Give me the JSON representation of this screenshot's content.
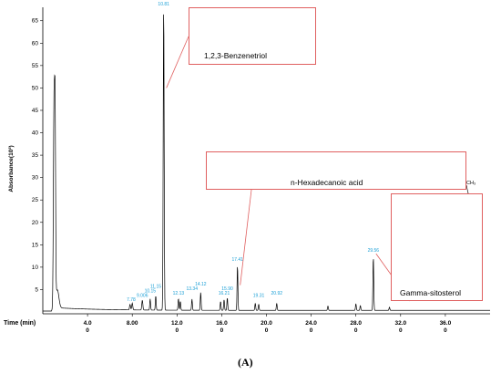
{
  "chart_data": {
    "type": "line",
    "xlabel": "Time (min)",
    "ylabel": "Absorbance(10³)",
    "xlim": [
      0,
      40
    ],
    "ylim": [
      0,
      68
    ],
    "x_ticks": [
      {
        "value": 4,
        "top": "4.0",
        "bottom": "0"
      },
      {
        "value": 8,
        "top": "8.00",
        "bottom": ""
      },
      {
        "value": 12,
        "top": "12.0",
        "bottom": "0"
      },
      {
        "value": 16,
        "top": "16.0",
        "bottom": "0"
      },
      {
        "value": 20,
        "top": "20.0",
        "bottom": "0"
      },
      {
        "value": 24,
        "top": "24.0",
        "bottom": "0"
      },
      {
        "value": 28,
        "top": "28.0",
        "bottom": "0"
      },
      {
        "value": 32,
        "top": "32.0",
        "bottom": "0"
      },
      {
        "value": 36,
        "top": "36.0",
        "bottom": "0"
      }
    ],
    "y_ticks": [
      5,
      10,
      15,
      20,
      25,
      30,
      35,
      40,
      45,
      50,
      55,
      60,
      65
    ],
    "grid": false,
    "series": [
      {
        "color": "#000000",
        "peaks": [
          {
            "x": 1.0,
            "height": 45,
            "width": 0.12
          },
          {
            "x": 1.1,
            "height": 40,
            "width": 0.1
          },
          {
            "x": 1.3,
            "height": 4,
            "width": 0.3
          },
          {
            "x": 7.8,
            "height": 1.2,
            "width": 0.1
          },
          {
            "x": 8.0,
            "height": 1.5,
            "width": 0.1
          },
          {
            "x": 8.9,
            "height": 2.2,
            "width": 0.1
          },
          {
            "x": 9.6,
            "height": 2.5,
            "width": 0.08
          },
          {
            "x": 10.1,
            "height": 3.2,
            "width": 0.08
          },
          {
            "x": 10.81,
            "height": 68,
            "width": 0.09
          },
          {
            "x": 12.13,
            "height": 2.6,
            "width": 0.08
          },
          {
            "x": 12.3,
            "height": 2.0,
            "width": 0.08
          },
          {
            "x": 13.34,
            "height": 2.5,
            "width": 0.08
          },
          {
            "x": 14.12,
            "height": 4.0,
            "width": 0.08
          },
          {
            "x": 15.9,
            "height": 2.0,
            "width": 0.08
          },
          {
            "x": 16.21,
            "height": 2.4,
            "width": 0.08
          },
          {
            "x": 16.5,
            "height": 2.8,
            "width": 0.08
          },
          {
            "x": 17.41,
            "height": 10,
            "width": 0.08
          },
          {
            "x": 19.0,
            "height": 1.6,
            "width": 0.08
          },
          {
            "x": 19.31,
            "height": 1.4,
            "width": 0.08
          },
          {
            "x": 20.92,
            "height": 1.6,
            "width": 0.08
          },
          {
            "x": 25.5,
            "height": 1.0,
            "width": 0.08
          },
          {
            "x": 28.0,
            "height": 1.5,
            "width": 0.08
          },
          {
            "x": 28.4,
            "height": 1.1,
            "width": 0.08
          },
          {
            "x": 29.56,
            "height": 12,
            "width": 0.08
          },
          {
            "x": 31.0,
            "height": 0.7,
            "width": 0.08
          }
        ]
      }
    ],
    "peak_labels": [
      {
        "x": 10.81,
        "y": 68,
        "text": "10.81"
      },
      {
        "x": 7.9,
        "y": 2.0,
        "text": "7.78"
      },
      {
        "x": 8.9,
        "y": 3.0,
        "text": "9.006"
      },
      {
        "x": 9.6,
        "y": 4.0,
        "text": "10.15"
      },
      {
        "x": 10.1,
        "y": 5.0,
        "text": "11.15"
      },
      {
        "x": 12.13,
        "y": 3.5,
        "text": "12.13"
      },
      {
        "x": 13.34,
        "y": 4.5,
        "text": "13.34"
      },
      {
        "x": 14.12,
        "y": 5.5,
        "text": "14.12"
      },
      {
        "x": 16.21,
        "y": 3.5,
        "text": "16.21"
      },
      {
        "x": 16.5,
        "y": 4.5,
        "text": "15.90"
      },
      {
        "x": 17.41,
        "y": 11,
        "text": "17.41"
      },
      {
        "x": 19.31,
        "y": 3.0,
        "text": "19.31"
      },
      {
        "x": 20.92,
        "y": 3.5,
        "text": "20.92"
      },
      {
        "x": 29.56,
        "y": 13,
        "text": "29.56"
      }
    ],
    "compounds": [
      {
        "name": "1,2,3-Benzenetriol",
        "peak_x": 10.81
      },
      {
        "name": "n-Hexadecanoic acid",
        "peak_x": 17.41
      },
      {
        "name": "Gamma-sitosterol",
        "peak_x": 29.56
      }
    ]
  },
  "panel_label": "(A)"
}
